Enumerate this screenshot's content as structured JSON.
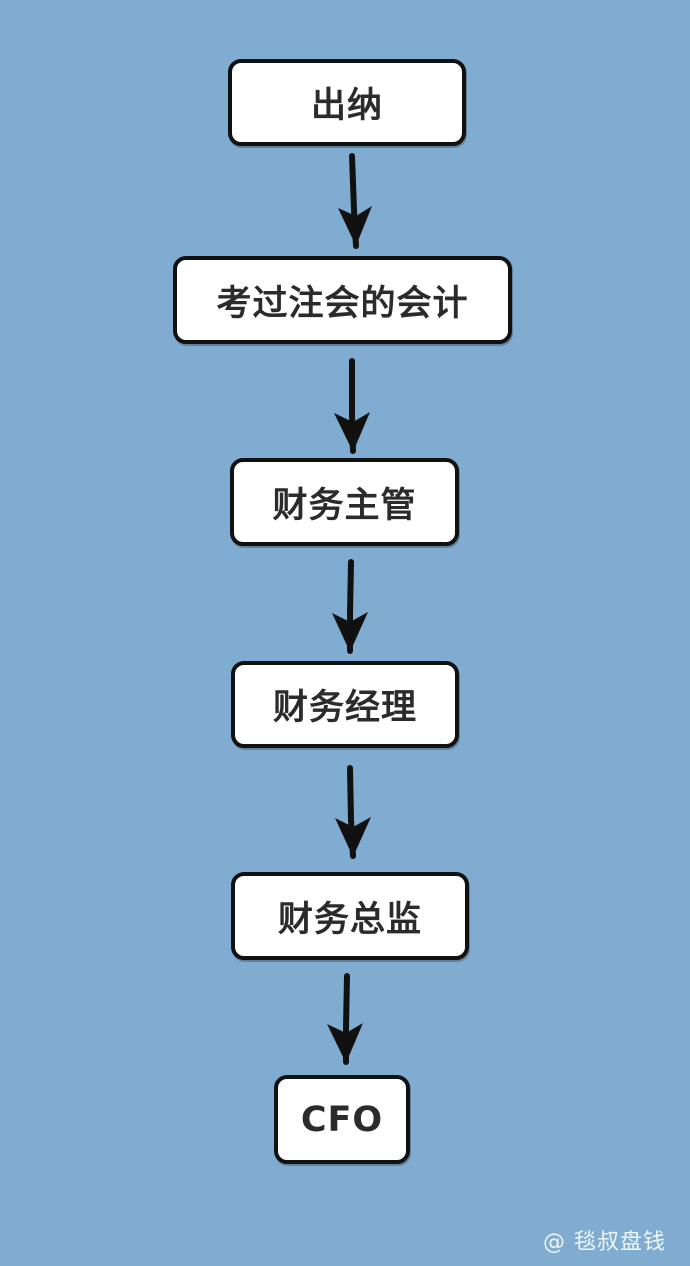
{
  "diagram": {
    "nodes": [
      {
        "id": "cashier",
        "label": "出纳"
      },
      {
        "id": "cpa-accountant",
        "label": "考过注会的会计"
      },
      {
        "id": "finance-supervisor",
        "label": "财务主管"
      },
      {
        "id": "finance-manager",
        "label": "财务经理"
      },
      {
        "id": "finance-director",
        "label": "财务总监"
      },
      {
        "id": "cfo",
        "label": "CFO"
      }
    ],
    "edges": [
      {
        "from": "cashier",
        "to": "cpa-accountant"
      },
      {
        "from": "cpa-accountant",
        "to": "finance-supervisor"
      },
      {
        "from": "finance-supervisor",
        "to": "finance-manager"
      },
      {
        "from": "finance-manager",
        "to": "finance-director"
      },
      {
        "from": "finance-director",
        "to": "cfo"
      }
    ]
  },
  "colors": {
    "background": "#7facd0",
    "node_fill": "#ffffff",
    "node_border": "#111111",
    "arrow": "#111111",
    "label_text": "#2b2b2b"
  },
  "watermark": "@ 毯叔盘钱"
}
